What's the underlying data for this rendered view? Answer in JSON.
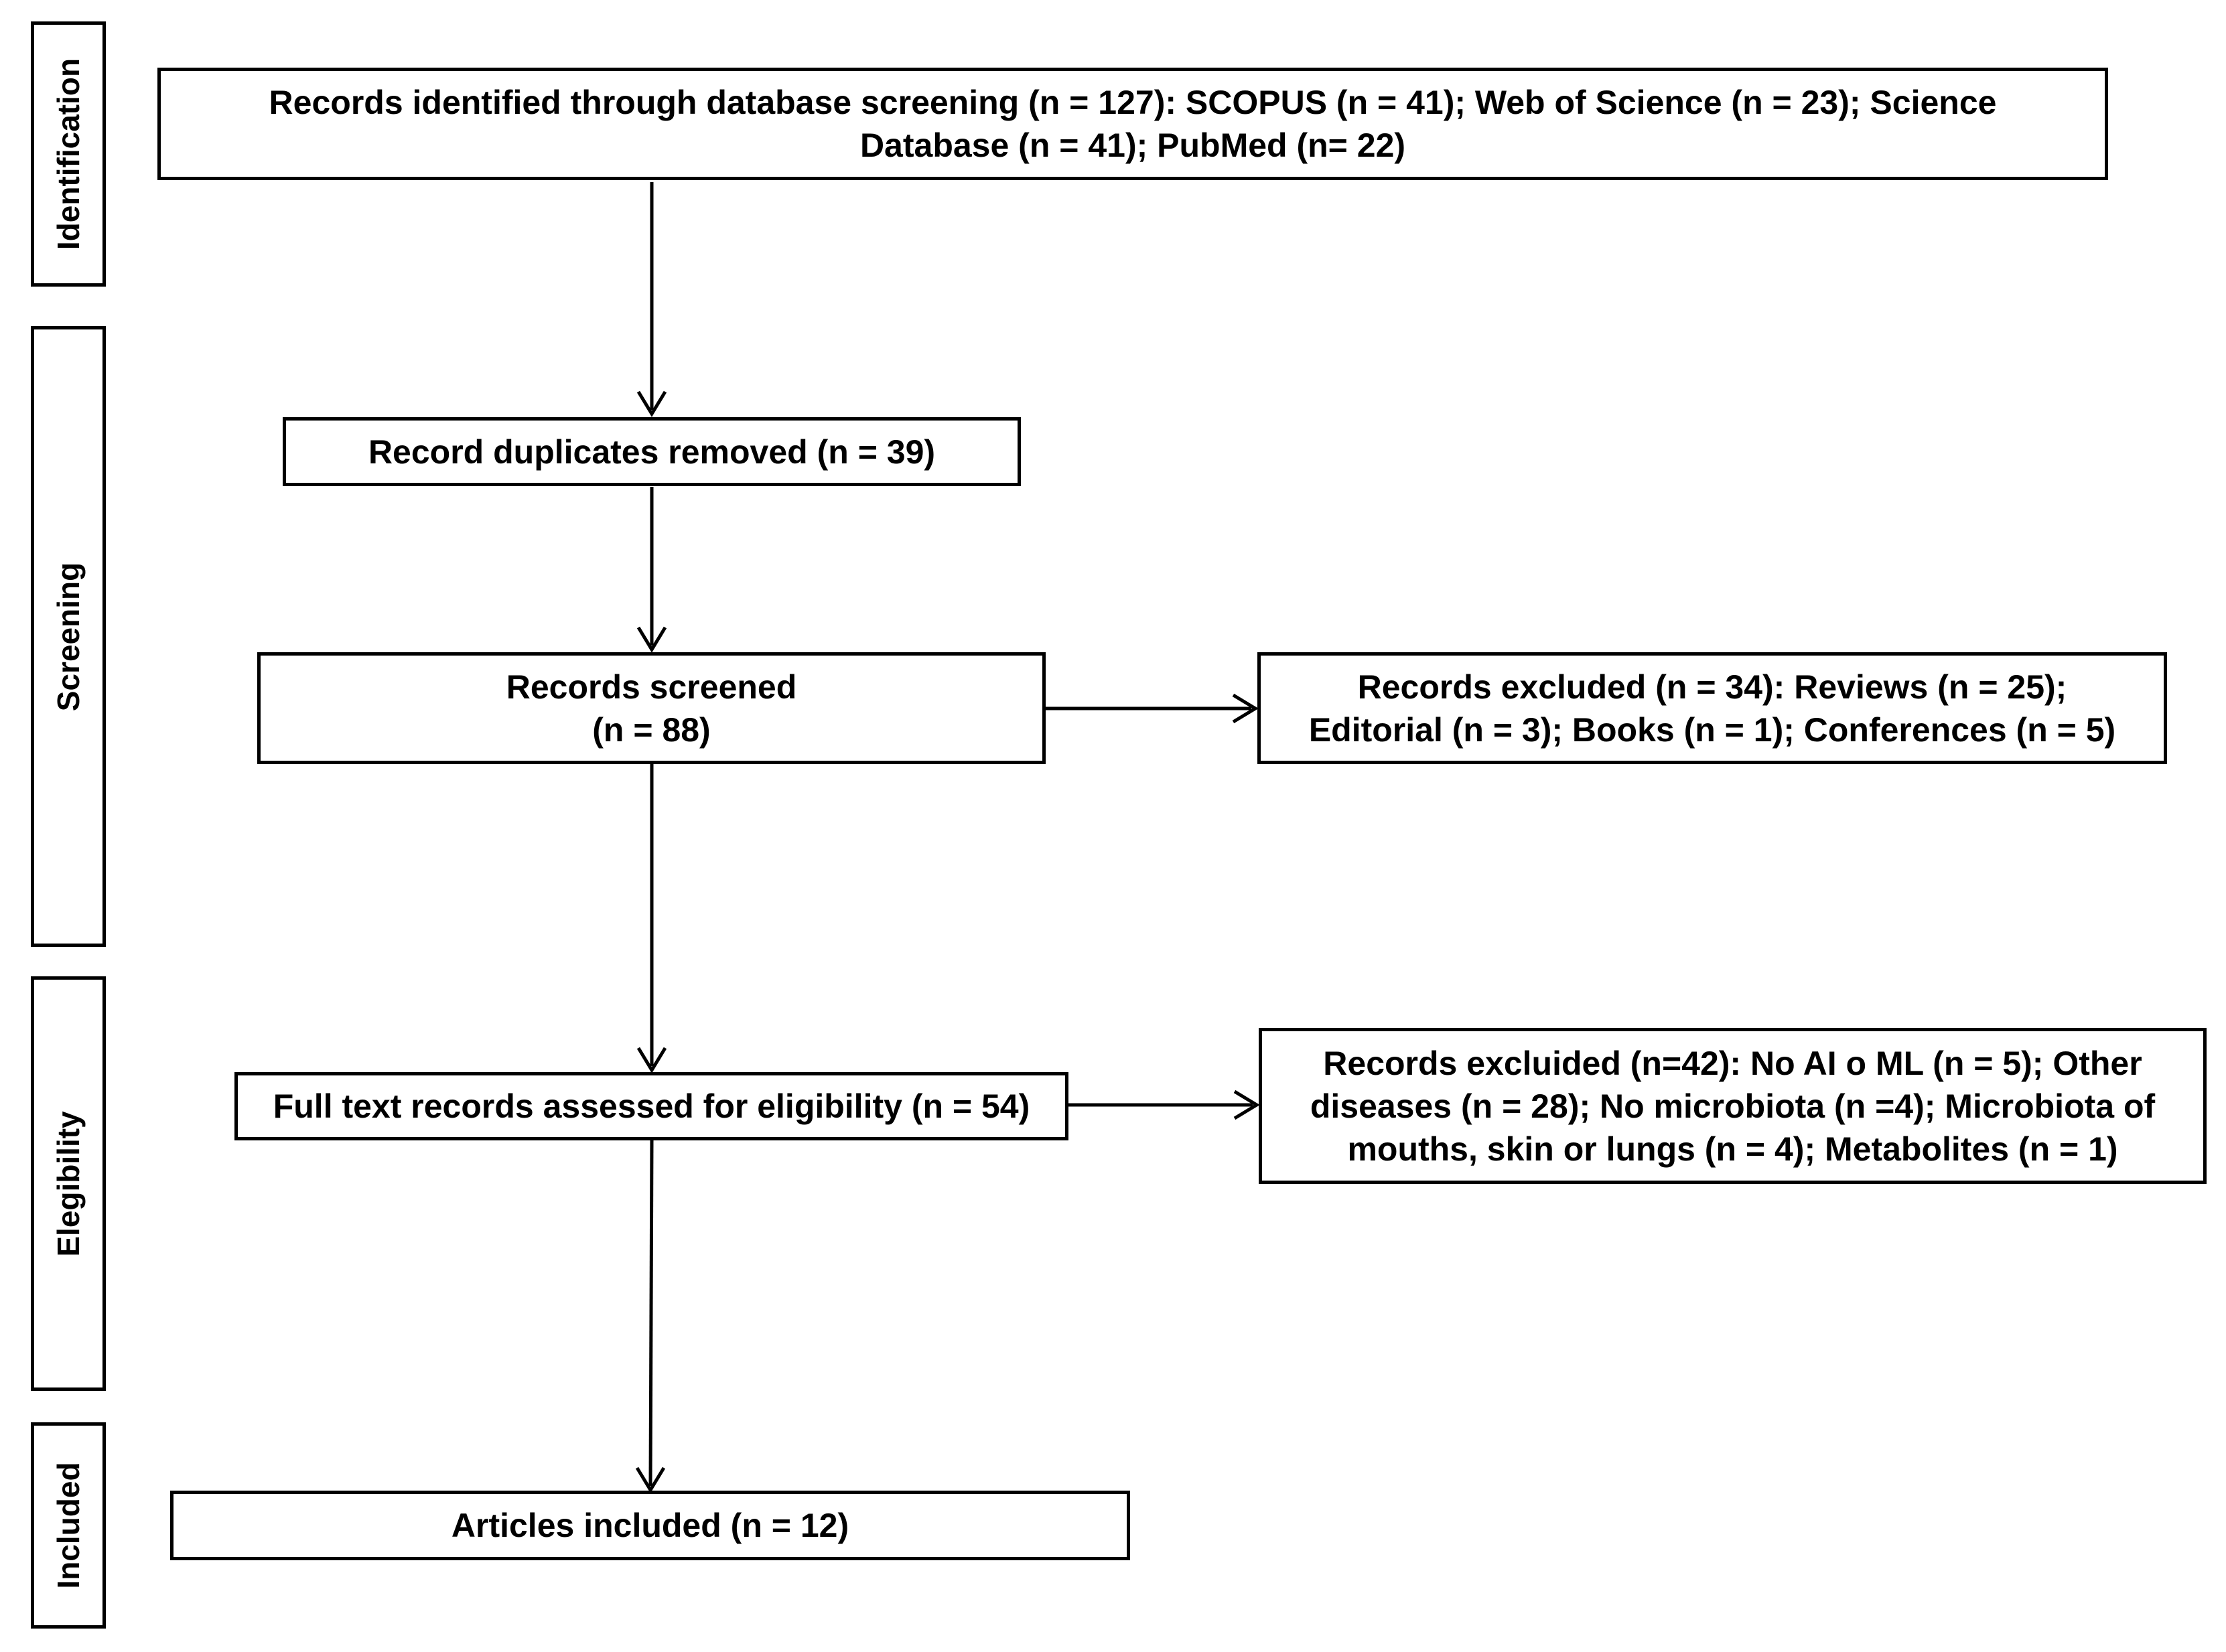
{
  "stages": {
    "identification": "Identification",
    "screening": "Screening",
    "eligibility": "Elegibility",
    "included": "Included"
  },
  "boxes": {
    "identified_line1": "Records identified through database screening (n = 127): SCOPUS (n = 41); Web of Science (n = 23); Science",
    "identified_line2": "Database (n = 41); PubMed (n= 22)",
    "duplicates": "Record duplicates removed (n = 39)",
    "screened_line1": "Records screened",
    "screened_line2": "(n = 88)",
    "excluded_screen_line1": "Records excluded (n = 34): Reviews (n = 25);",
    "excluded_screen_line2": "Editorial (n = 3); Books (n = 1); Conferences (n = 5)",
    "fulltext": "Full text records assessed for eligibility (n = 54)",
    "excluded_elig_line1": "Records excluided (n=42): No AI o ML (n = 5); Other",
    "excluded_elig_line2": "diseases (n = 28); No microbiota (n =4); Microbiota of",
    "excluded_elig_line3": "mouths, skin or lungs (n = 4); Metabolites (n = 1)",
    "included": "Articles included (n = 12)"
  }
}
